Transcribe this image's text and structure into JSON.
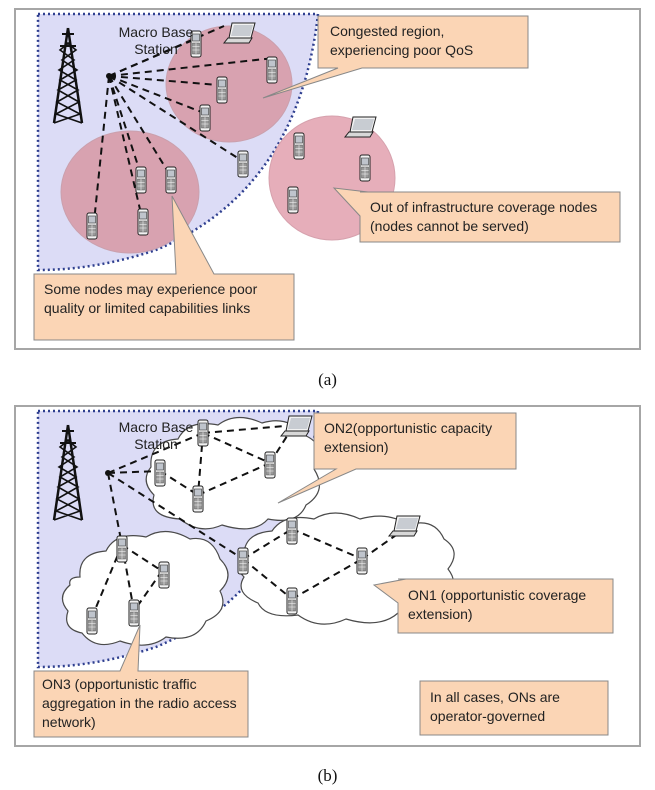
{
  "figure": {
    "panel_a": {
      "station_label": "Macro Base Station",
      "callouts": {
        "congested": "Congested region, experiencing poor QoS",
        "out_of_coverage": "Out of infrastructure coverage nodes (nodes cannot be served)",
        "poor_quality": "Some nodes may experience poor quality or limited capabilities links"
      },
      "caption": "(a)"
    },
    "panel_b": {
      "station_label": "Macro Base Station",
      "callouts": {
        "on2": "ON2(opportunistic capacity extension)",
        "on1": "ON1 (opportunistic coverage extension)",
        "on3": "ON3 (opportunistic traffic aggregation in the radio access network)"
      },
      "note": "In all cases, ONs are operator-governed",
      "caption": "(b)"
    }
  },
  "colors": {
    "coverage_fill": "#dcdcf6",
    "coverage_border": "#2e3f8f",
    "region_fill": "#d8a2b0",
    "callout_fill": "#fbd5b5",
    "cloud_fill": "#ffffff",
    "frame": "#a6a6a6"
  },
  "icons": [
    "tower-icon",
    "phone-icon",
    "laptop-icon",
    "cloud-icon"
  ]
}
